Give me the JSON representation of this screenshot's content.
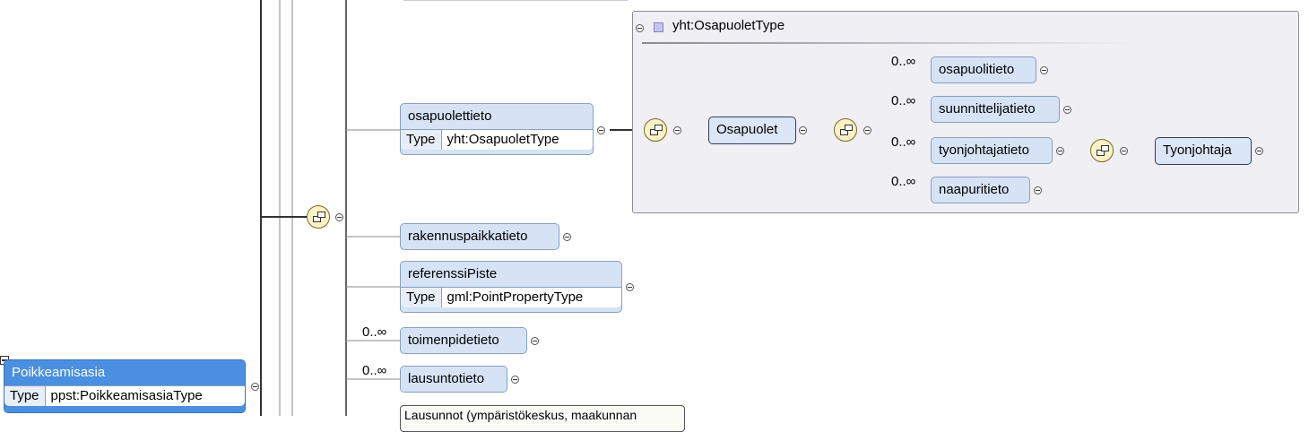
{
  "group": {
    "title": "yht:OsapuoletType"
  },
  "nodes": {
    "osapuolettieto": {
      "name": "osapuolettieto",
      "type_key": "Type",
      "type_value": "yht:OsapuoletType"
    },
    "osapuolet": {
      "name": "Osapuolet"
    },
    "osapuolitieto": {
      "name": "osapuolitieto",
      "card": "0..∞"
    },
    "suunnittelijatieto": {
      "name": "suunnittelijatieto",
      "card": "0..∞"
    },
    "tyonjohtajatieto": {
      "name": "tyonjohtajatieto",
      "card": "0..∞"
    },
    "tyonjohtaja": {
      "name": "Tyonjohtaja"
    },
    "naapuritieto": {
      "name": "naapuritieto",
      "card": "0..∞"
    },
    "rakennuspaikkatieto": {
      "name": "rakennuspaikkatieto"
    },
    "referenssiPiste": {
      "name": "referenssiPiste",
      "type_key": "Type",
      "type_value": "gml:PointPropertyType"
    },
    "toimenpidetieto": {
      "name": "toimenpidetieto",
      "card": "0..∞"
    },
    "lausuntotieto": {
      "name": "lausuntotieto",
      "card": "0..∞"
    },
    "poikkeamisasia": {
      "name": "Poikkeamisasia",
      "type_key": "Type",
      "type_value": "ppst:PoikkeamisasiaType"
    }
  },
  "tooltip": {
    "text": "Lausunnot (ympäristökeskus, maakunnan"
  }
}
